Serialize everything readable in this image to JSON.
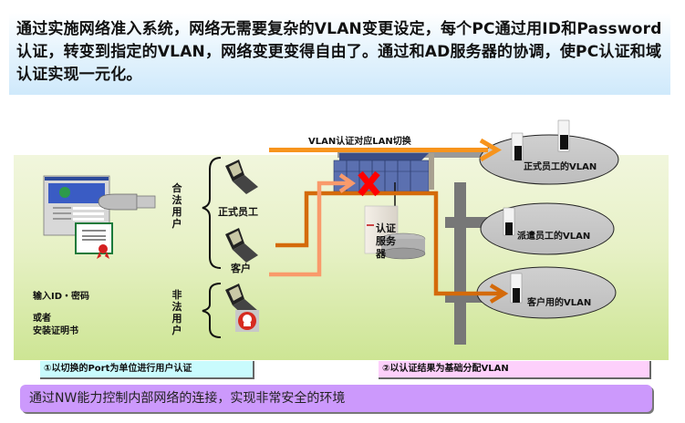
{
  "intro": {
    "text": "通过实施网络准入系统，网络无需要复杂的VLAN变更设定，每个PC通过用ID和Password认证，转变到指定的VLAN，网络变更变得自由了。通过和AD服务器的协调，使PC认证和域认证实现一元化。"
  },
  "diagram": {
    "switch_label": "VLAN认证对应LAN切换",
    "auth_server_label": "认证服务器",
    "legal_users_label": "合法用户",
    "illegal_users_label": "非法用户",
    "employee_label": "正式员工",
    "guest_label": "客户",
    "credential_line1": "输入ID・密码",
    "credential_line2": "或者",
    "credential_line3": "安装证明书",
    "vlans": [
      {
        "label": "正式员工的VLAN"
      },
      {
        "label": "派遣员工的VLAN"
      },
      {
        "label": "客户用的VLAN"
      }
    ],
    "colors": {
      "employee_path": "#f7941d",
      "guest_path": "#d46a0a",
      "denied_path": "#f99a6b",
      "block_mark": "#ff0000",
      "backbone": "#777777"
    }
  },
  "features": [
    {
      "text": "①以切换的Port为单位进行用户认证"
    },
    {
      "text": "②以认证结果为基础分配VLAN"
    }
  ],
  "footer": {
    "text": "通过NW能力控制内部网络的连接，实现非常安全的环境"
  }
}
